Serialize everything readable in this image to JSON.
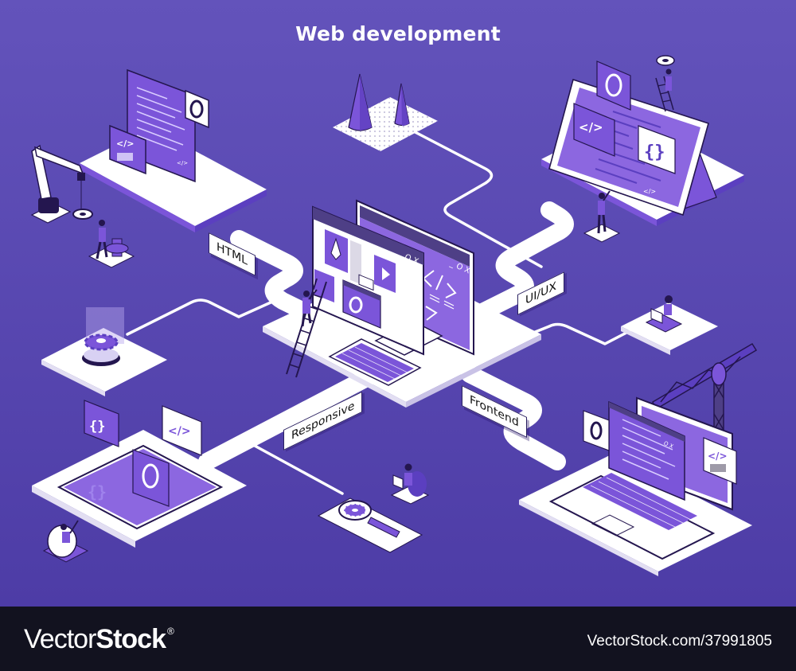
{
  "header": {
    "title": "Web development"
  },
  "labels": {
    "html": "HTML",
    "uiux": "UI/UX",
    "responsive": "Responsive",
    "frontend": "Frontend"
  },
  "colors": {
    "background_top": "#6353bb",
    "background_bottom": "#4d3ca6",
    "accent_purple": "#7b55d9",
    "light_purple": "#9b7ae6",
    "dark_ink": "#24164f",
    "white": "#ffffff",
    "footer": "#12121f"
  },
  "icons": {
    "code_tag": "</>",
    "braces": "{ }",
    "window_controls": "_ O X"
  },
  "scenes": [
    {
      "name": "html-workstation",
      "elements": [
        "robot-arm",
        "code-panel",
        "gear",
        "person-at-lectern"
      ]
    },
    {
      "name": "cones-platform",
      "elements": [
        "tall-cone",
        "short-cone"
      ]
    },
    {
      "name": "uiux-tablet",
      "elements": [
        "gear-card",
        "code-tag-card",
        "braces-card",
        "person-on-ladder",
        "person-pointing"
      ]
    },
    {
      "name": "central-desktop",
      "elements": [
        "browser-window",
        "monitor",
        "keyboard",
        "person-on-ladder"
      ]
    },
    {
      "name": "gear-pedestal",
      "elements": [
        "gear"
      ]
    },
    {
      "name": "person-with-laptop",
      "elements": [
        "person",
        "laptop"
      ]
    },
    {
      "name": "responsive-tablet",
      "elements": [
        "braces-card",
        "code-tag-card",
        "gear-card",
        "person-in-beanbag"
      ]
    },
    {
      "name": "magnifier-platform",
      "elements": [
        "magnifying-glass",
        "gear"
      ]
    },
    {
      "name": "frontend-laptop",
      "elements": [
        "crane",
        "code-window",
        "gear-card",
        "code-tag-card"
      ]
    }
  ],
  "footer": {
    "brand_light": "Vector",
    "brand_bold": "Stock",
    "brand_mark": "®",
    "reference": "VectorStock.com/37991805"
  }
}
